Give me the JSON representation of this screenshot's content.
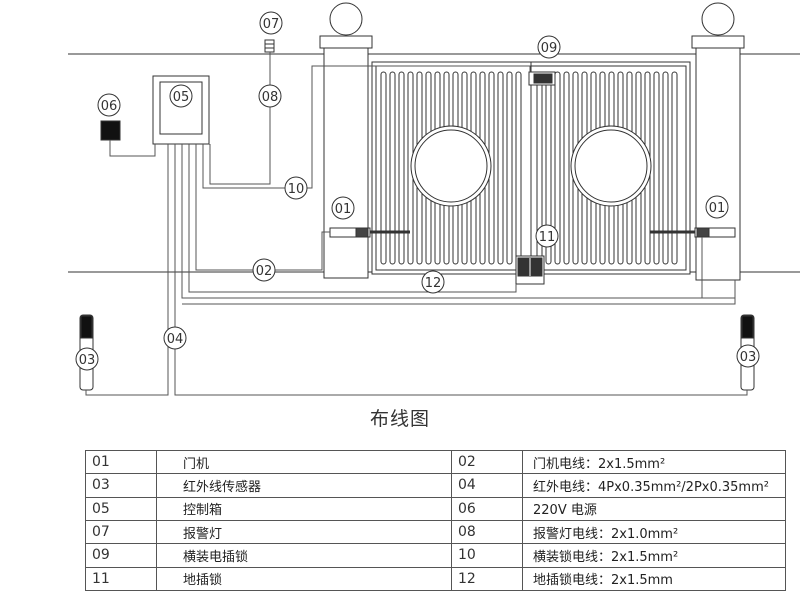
{
  "diagram": {
    "labels": {
      "n01a": "01",
      "n01b": "01",
      "n02": "02",
      "n03a": "03",
      "n03b": "03",
      "n04": "04",
      "n05": "05",
      "n06": "06",
      "n07": "07",
      "n08": "08",
      "n09": "09",
      "n10": "10",
      "n11": "11",
      "n12": "12"
    }
  },
  "caption": "布线图",
  "legend": [
    {
      "n1": "01",
      "d1": "门机",
      "n2": "02",
      "d2": "门机电线：2x1.5mm²"
    },
    {
      "n1": "03",
      "d1": "红外线传感器",
      "n2": "04",
      "d2": "红外电线：4Px0.35mm²/2Px0.35mm²"
    },
    {
      "n1": "05",
      "d1": "控制箱",
      "n2": "06",
      "d2": "220V 电源"
    },
    {
      "n1": "07",
      "d1": "报警灯",
      "n2": "08",
      "d2": "报警灯电线：2x1.0mm²"
    },
    {
      "n1": "09",
      "d1": "横装电插锁",
      "n2": "10",
      "d2": "横装锁电线：2x1.5mm²"
    },
    {
      "n1": "11",
      "d1": "地插锁",
      "n2": "12",
      "d2": "地插锁电线：2x1.5mm"
    }
  ]
}
